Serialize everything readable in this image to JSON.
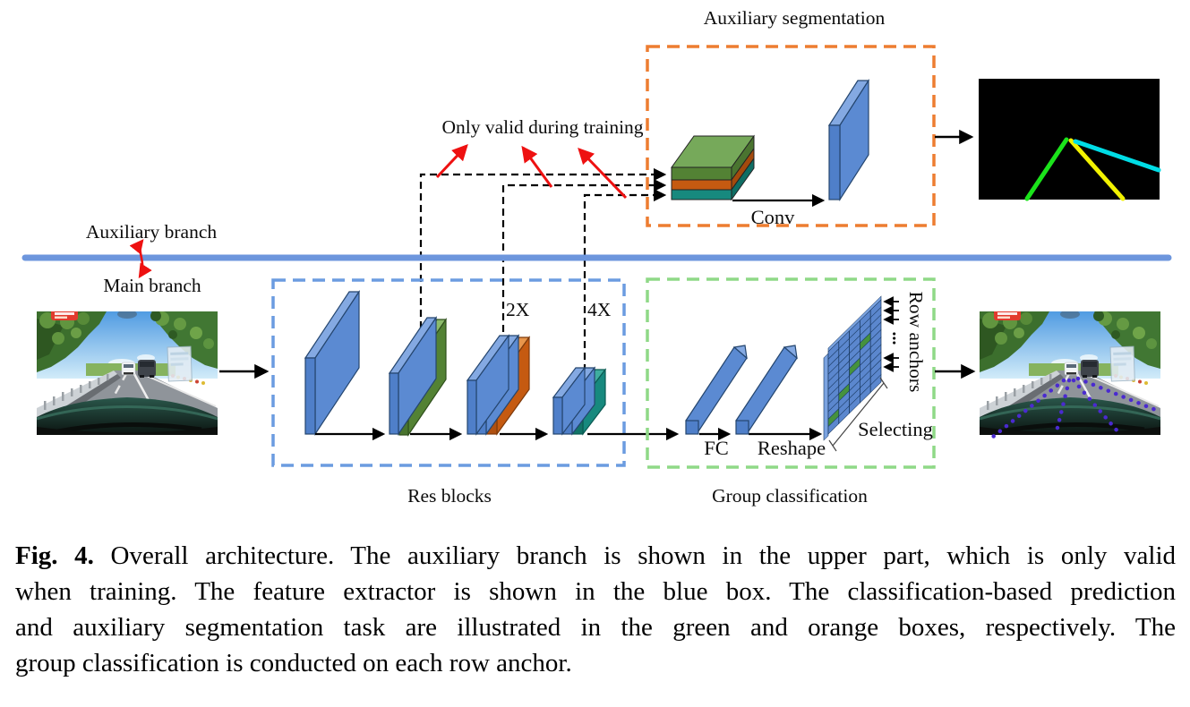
{
  "caption": {
    "fig_label": "Fig. 4.",
    "lines": [
      "Overall architecture. The auxiliary branch is shown in the upper part, which is only valid",
      "when training. The feature extractor is shown in the blue box. The classification-based prediction",
      "and auxiliary segmentation task are illustrated in the green and orange boxes, respectively. The",
      "group classification is conducted on each row anchor."
    ]
  },
  "diagram": {
    "labels": {
      "auxiliary_segmentation": "Auxiliary segmentation",
      "only_valid": "Only valid during training",
      "auxiliary_branch": "Auxiliary branch",
      "main_branch": "Main branch",
      "res_blocks": "Res blocks",
      "group_classification": "Group classification",
      "conv": "Conv",
      "fc": "FC",
      "reshape": "Reshape",
      "row_anchors": "Row anchors",
      "selecting": "Selecting",
      "scale_2x": "2X",
      "scale_4x": "4X",
      "row_anchor_dots": "..."
    },
    "colors": {
      "box_blue": "#6b9ce0",
      "box_green": "#8fd987",
      "box_orange": "#ed7d31",
      "divider_blue": "#6d96dd",
      "red_arrow": "#ee1111",
      "plate_blue": "#5b8ad2",
      "plate_blue_front": "#4f7fc9",
      "plate_blue_light": "#84a9e2",
      "plate_green": "#538234",
      "plate_green_light": "#76a95a",
      "plate_orange": "#c55a11",
      "plate_teal": "#17897e",
      "grid_blue": "#5b87ce",
      "grid_green": "#45923d",
      "lane_green": "#1be31b",
      "lane_yellow": "#f2f200",
      "lane_cyan": "#00dde6",
      "lane_dots_purple": "#4a2ad0"
    },
    "grid": {
      "rows": 11,
      "cols": 5,
      "green_cells": [
        [
          9,
          0
        ],
        [
          7,
          1
        ],
        [
          5,
          2
        ],
        [
          3,
          3
        ]
      ]
    }
  }
}
